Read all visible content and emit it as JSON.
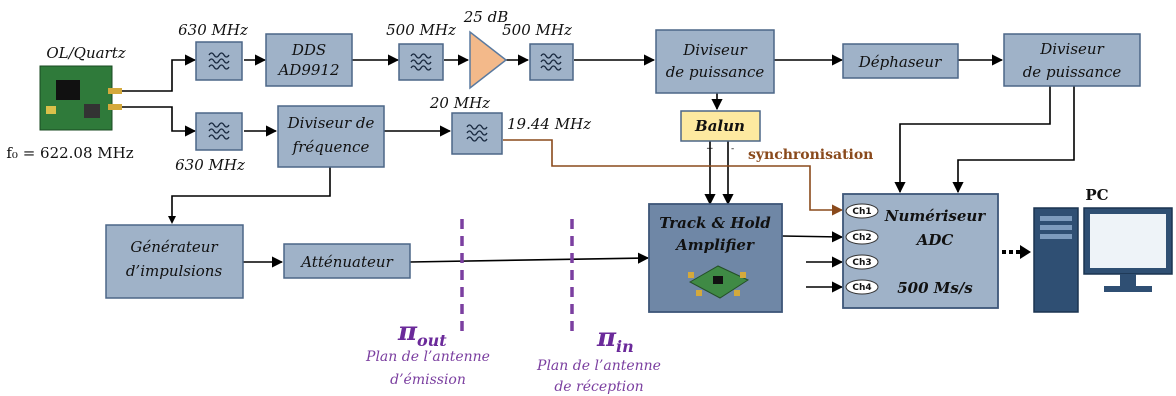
{
  "oscillator": {
    "label": "OL/Quartz",
    "f0": "f₀ = 622.08 MHz"
  },
  "freq": {
    "f630_top": "630 MHz",
    "f500_a": "500 MHz",
    "gain": "25 dB",
    "f500_b": "500 MHz",
    "f630_bottom": "630 MHz",
    "f20": "20 MHz",
    "f1944": "19.44 MHz"
  },
  "blocks": {
    "dds_line1": "DDS",
    "dds_line2": "AD9912",
    "div1_line1": "Diviseur",
    "div1_line2": "de puissance",
    "dephaseur": "Déphaseur",
    "div2_line1": "Diviseur",
    "div2_line2": "de puissance",
    "balun": "Balun",
    "divfreq_line1": "Diviseur de",
    "divfreq_line2": "fréquence",
    "gen_line1": "Générateur",
    "gen_line2": "d’impulsions",
    "attenuateur": "Atténuateur",
    "th_line1": "Track & Hold",
    "th_line2": "Amplifier",
    "adc_line1": "Numériseur",
    "adc_line2": "ADC",
    "adc_rate": "500 Ms/s"
  },
  "channels": [
    "Ch1",
    "Ch2",
    "Ch3",
    "Ch4"
  ],
  "sync_label": "synchronisation",
  "pc_label": "PC",
  "planes": {
    "out_symbol": "π",
    "out_sub": "out",
    "out_line1": "Plan de l’antenne",
    "out_line2": "d’émission",
    "in_symbol": "π",
    "in_sub": "in",
    "in_line1": "Plan de l’antenne",
    "in_line2": "de réception"
  },
  "colors": {
    "block_fill": "#9fb2c8",
    "block_stroke": "#4c6687",
    "amp_fill": "#f3b98a",
    "balun_fill": "#fde9a0",
    "sync_line": "#8a4a1c",
    "plane_purple": "#7b3fa0"
  }
}
